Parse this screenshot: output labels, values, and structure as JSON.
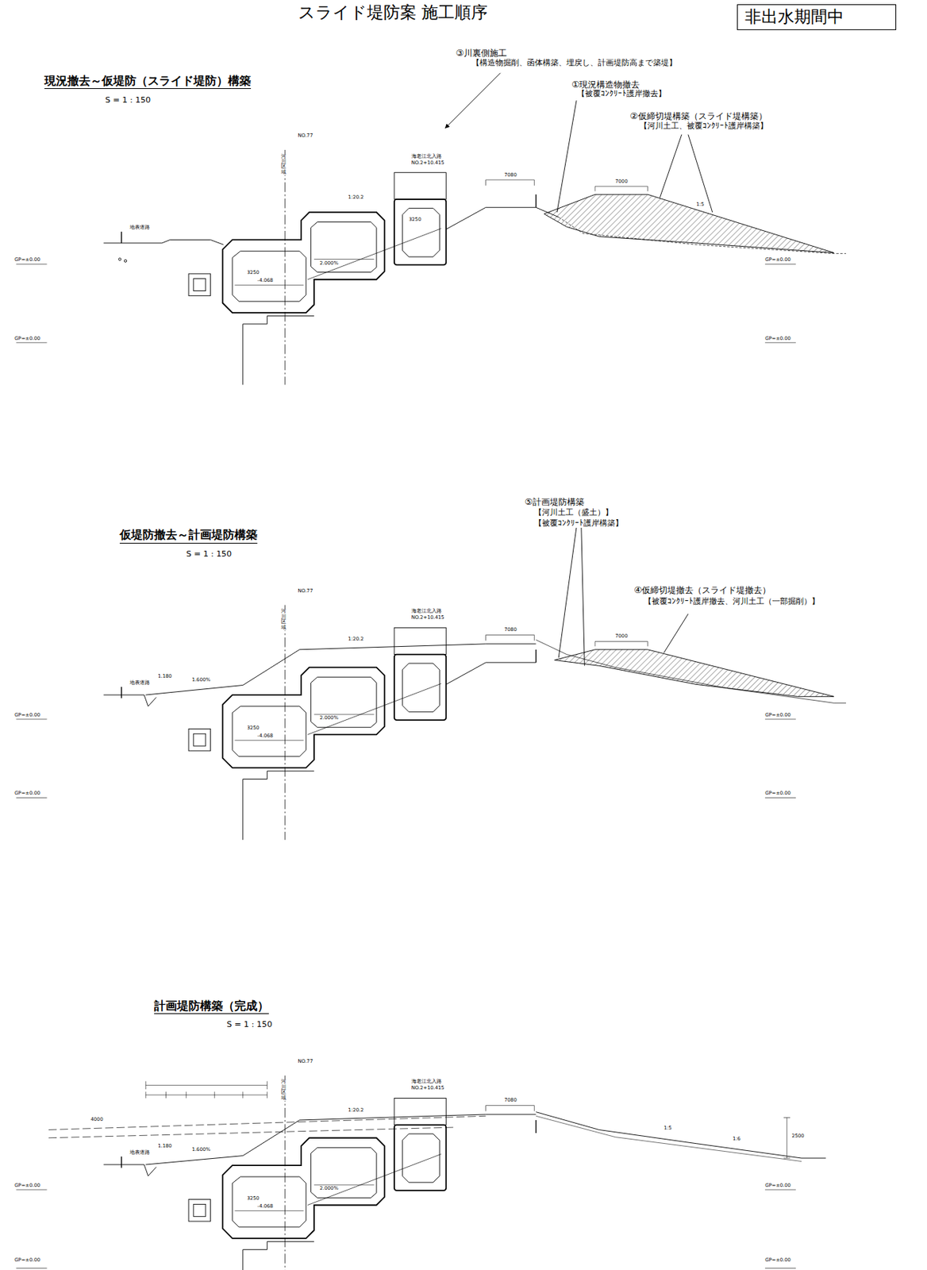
{
  "diagram": {
    "title": "スライド堤防案 施工順序",
    "nodes": [
      {
        "text": [
          "非出水期間中"
        ]
      }
    ],
    "labels": [
      "現況撤去～仮堤防（スライド堤防）構築",
      "S = 1 : 150",
      "③川裏側施工",
      "【構造物掘削、函体構築、埋戻し、計画堤防高まで築堤】",
      "①現況構造物撤去",
      "【被覆ｺﾝｸﾘｰﾄ護岸撤去】",
      "②仮締切堤構築（スライド堤構築）",
      "【河川土工、被覆ｺﾝｸﾘｰﾄ護岸構築】",
      "NO.77",
      "河川区域",
      "海老江北入路",
      "NO.2+10.415",
      "7080",
      "7000",
      "1:20.2",
      "1:5",
      "3250",
      "-4.068",
      "2.000%",
      "3250",
      "GP=±0.00",
      "GP=±0.00",
      "GP=±0.00",
      "GP=±0.00",
      "地表道路",
      "仮堤防撤去～計画堤防構築",
      "S = 1 : 150",
      "⑤計画堤防構築",
      "【河川土工（盛土）】",
      "【被覆ｺﾝｸﾘｰﾄ護岸構築】",
      "④仮締切堤撤去（スライド堤撤去）",
      "【被覆ｺﾝｸﾘｰﾄ護岸撤去、河川土工（一部掘削）】",
      "NO.77",
      "河川区域",
      "海老江北入路",
      "NO.2+10.415",
      "7080",
      "7000",
      "1:20.2",
      "1.180",
      "1.600%",
      "2.000%",
      "3250",
      "-4.068",
      "地表道路",
      "GP=±0.00",
      "GP=±0.00",
      "GP=±0.00",
      "GP=±0.00",
      "計画堤防構築（完成）",
      "S = 1 : 150",
      "NO.77",
      "河川区域",
      "海老江北入路",
      "NO.2+10.415",
      "7080",
      "1:20.2",
      "1:5",
      "1:6",
      "2500",
      "4000",
      "1.180",
      "1.600%",
      "2.000%",
      "3250",
      "-4.068",
      "地表道路",
      "GP=±0.00",
      "GP=±0.00",
      "GP=±0.00",
      "GP=±0.00"
    ]
  }
}
